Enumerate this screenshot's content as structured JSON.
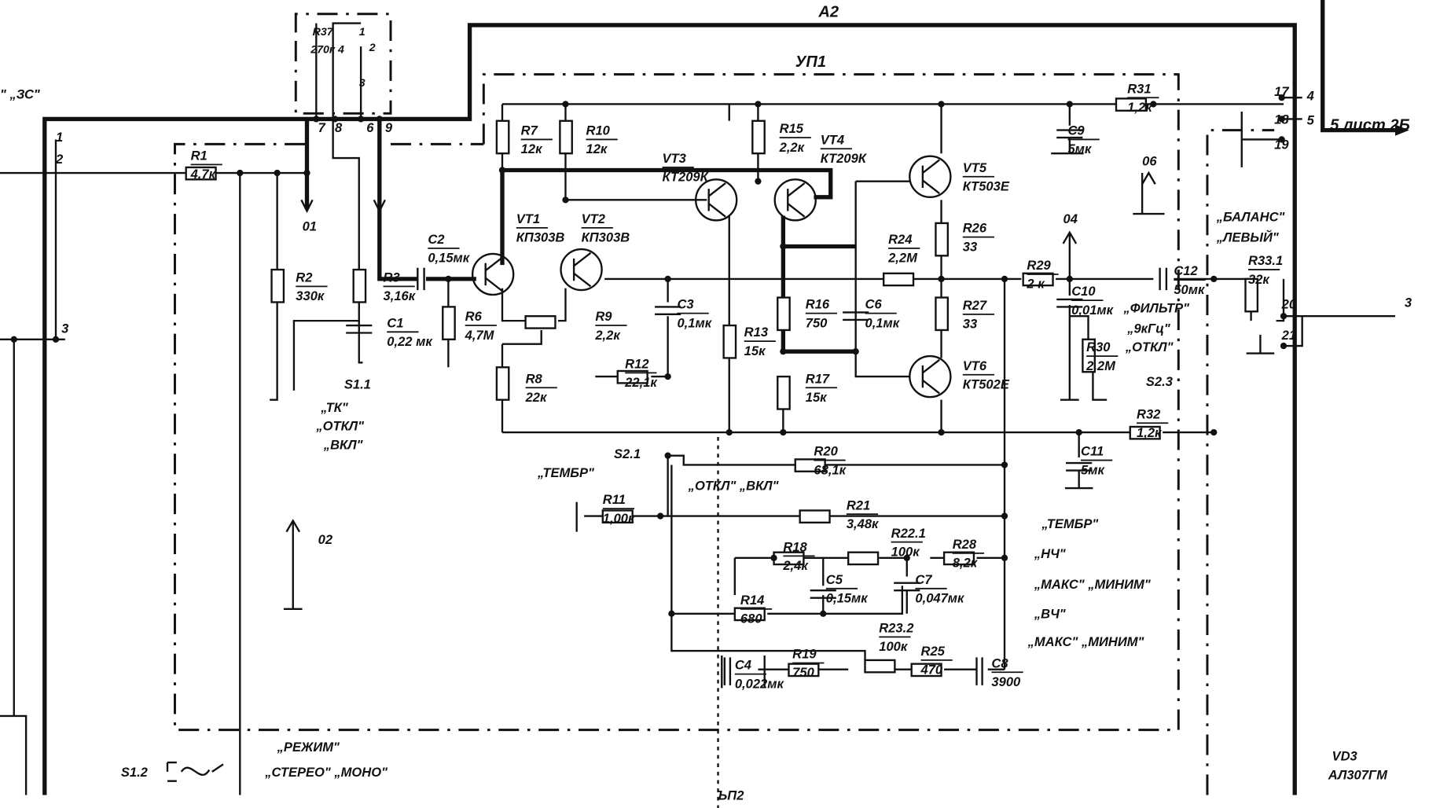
{
  "frames": {
    "a2": "А2",
    "up1": "УП1",
    "up2": "ЪП2"
  },
  "connector": {
    "input_label": "\" „ЗС\"",
    "pins": [
      "1",
      "2",
      "3",
      "7",
      "8",
      "6",
      "9",
      "17",
      "18",
      "19",
      "20",
      "21",
      "4",
      "5",
      "3"
    ],
    "sheet_ref": "5 лист 2Б"
  },
  "arrows": [
    "01",
    "02",
    "04",
    "06"
  ],
  "components": {
    "R37": {
      "ref": "R37",
      "value": "270к 4",
      "pins": [
        "1",
        "2",
        "3"
      ]
    },
    "R1": {
      "ref": "R1",
      "value": "4,7к"
    },
    "R2": {
      "ref": "R2",
      "value": "330к"
    },
    "R3": {
      "ref": "R3",
      "value": "3,16к"
    },
    "C1": {
      "ref": "C1",
      "value": "0,22 мк"
    },
    "C2": {
      "ref": "C2",
      "value": "0,15мк"
    },
    "R6": {
      "ref": "R6",
      "value": "4,7М"
    },
    "VT1": {
      "ref": "VT1",
      "value": "КП303В"
    },
    "VT2": {
      "ref": "VT2",
      "value": "КП303В"
    },
    "R7": {
      "ref": "R7",
      "value": "12к"
    },
    "R10": {
      "ref": "R10",
      "value": "12к"
    },
    "VT3": {
      "ref": "VT3",
      "value": "КТ209К"
    },
    "R15": {
      "ref": "R15",
      "value": "2,2к"
    },
    "VT4": {
      "ref": "VT4",
      "value": "КТ209К"
    },
    "VT5": {
      "ref": "VT5",
      "value": "КТ503Е"
    },
    "R24": {
      "ref": "R24",
      "value": "2,2М"
    },
    "R26": {
      "ref": "R26",
      "value": "33"
    },
    "R16": {
      "ref": "R16",
      "value": "750"
    },
    "C6": {
      "ref": "C6",
      "value": "0,1мк"
    },
    "R13": {
      "ref": "R13",
      "value": "15к"
    },
    "R17": {
      "ref": "R17",
      "value": "15к"
    },
    "R27": {
      "ref": "R27",
      "value": "33"
    },
    "VT6": {
      "ref": "VT6",
      "value": "КТ502Е"
    },
    "C3": {
      "ref": "C3",
      "value": "0,1мк"
    },
    "R9": {
      "ref": "R9",
      "value": "2,2к"
    },
    "R8": {
      "ref": "R8",
      "value": "22к"
    },
    "R12": {
      "ref": "R12",
      "value": "22,1к"
    },
    "C9": {
      "ref": "C9",
      "value": "5мк"
    },
    "R31": {
      "ref": "R31",
      "value": "1,2к"
    },
    "R29": {
      "ref": "R29",
      "value": "2 к"
    },
    "C10": {
      "ref": "C10",
      "value": "0,01мк"
    },
    "C12": {
      "ref": "C12",
      "value": "50мк"
    },
    "R30": {
      "ref": "R30",
      "value": "2,2М"
    },
    "R33": {
      "ref": "R33.1",
      "value": "32к"
    },
    "R32": {
      "ref": "R32",
      "value": "1,2к"
    },
    "C11": {
      "ref": "C11",
      "value": "5мк"
    },
    "R20": {
      "ref": "R20",
      "value": "68,1к"
    },
    "R11": {
      "ref": "R11",
      "value": "1,00к"
    },
    "R21": {
      "ref": "R21",
      "value": "3,48к"
    },
    "R18": {
      "ref": "R18",
      "value": "2,4к"
    },
    "R22": {
      "ref": "R22.1",
      "value": "100к"
    },
    "R28": {
      "ref": "R28",
      "value": "8,2к"
    },
    "C5": {
      "ref": "C5",
      "value": "0,15мк"
    },
    "C7": {
      "ref": "C7",
      "value": "0,047мк"
    },
    "R14": {
      "ref": "R14",
      "value": "680"
    },
    "R23": {
      "ref": "R23.2",
      "value": "100к"
    },
    "C4": {
      "ref": "C4",
      "value": "0,022мк"
    },
    "R19": {
      "ref": "R19",
      "value": "750"
    },
    "R25": {
      "ref": "R25",
      "value": "470"
    },
    "C8": {
      "ref": "C8",
      "value": "3900"
    },
    "VD3": {
      "ref": "VD3",
      "value": "АЛ307ГМ"
    }
  },
  "switches": {
    "S11": {
      "ref": "S1.1",
      "positions": [
        "„ТК\"",
        "„ОТКЛ\"",
        "„ВКЛ\""
      ]
    },
    "S12": {
      "ref": "S1.2",
      "title": "„РЕЖИМ\"",
      "positions": "„СТЕРЕО\" „МОНО\""
    },
    "S21": {
      "ref": "S2.1",
      "title": "„ТЕМБР\"",
      "positions": "„ОТКЛ\" „ВКЛ\""
    },
    "S23": {
      "ref": "S2.3",
      "title": "„ФИЛЬТР\"",
      "freq": "„9кГц\"",
      "off": "„ОТКЛ\""
    }
  },
  "balance": {
    "line1": "„БАЛАНС\"",
    "line2": "„ЛЕВЫЙ\""
  },
  "tone_legend": [
    "„ТЕМБР\"",
    "„НЧ\"",
    "„МАКС\" „МИНИМ\"",
    "„ВЧ\"",
    "„МАКС\" „МИНИМ\""
  ]
}
